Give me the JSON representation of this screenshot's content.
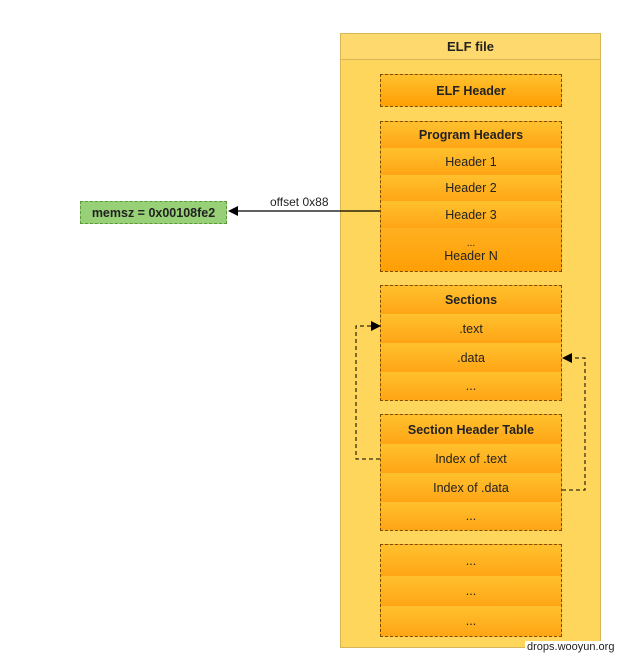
{
  "title": "ELF file",
  "elf_header": "ELF Header",
  "program_headers": {
    "title": "Program Headers",
    "rows": [
      "Header 1",
      "Header 2",
      "Header 3"
    ],
    "last_dots": "...",
    "last": "Header N"
  },
  "sections": {
    "title": "Sections",
    "rows": [
      ".text",
      ".data",
      "..."
    ]
  },
  "section_header_table": {
    "title": "Section Header Table",
    "rows": [
      "Index of .text",
      "Index of .data",
      "..."
    ]
  },
  "extra": {
    "rows": [
      "...",
      "...",
      "..."
    ]
  },
  "memsz": "memsz = 0x00108fe2",
  "offset_label": "offset 0x88",
  "watermark": "drops.wooyun.org"
}
